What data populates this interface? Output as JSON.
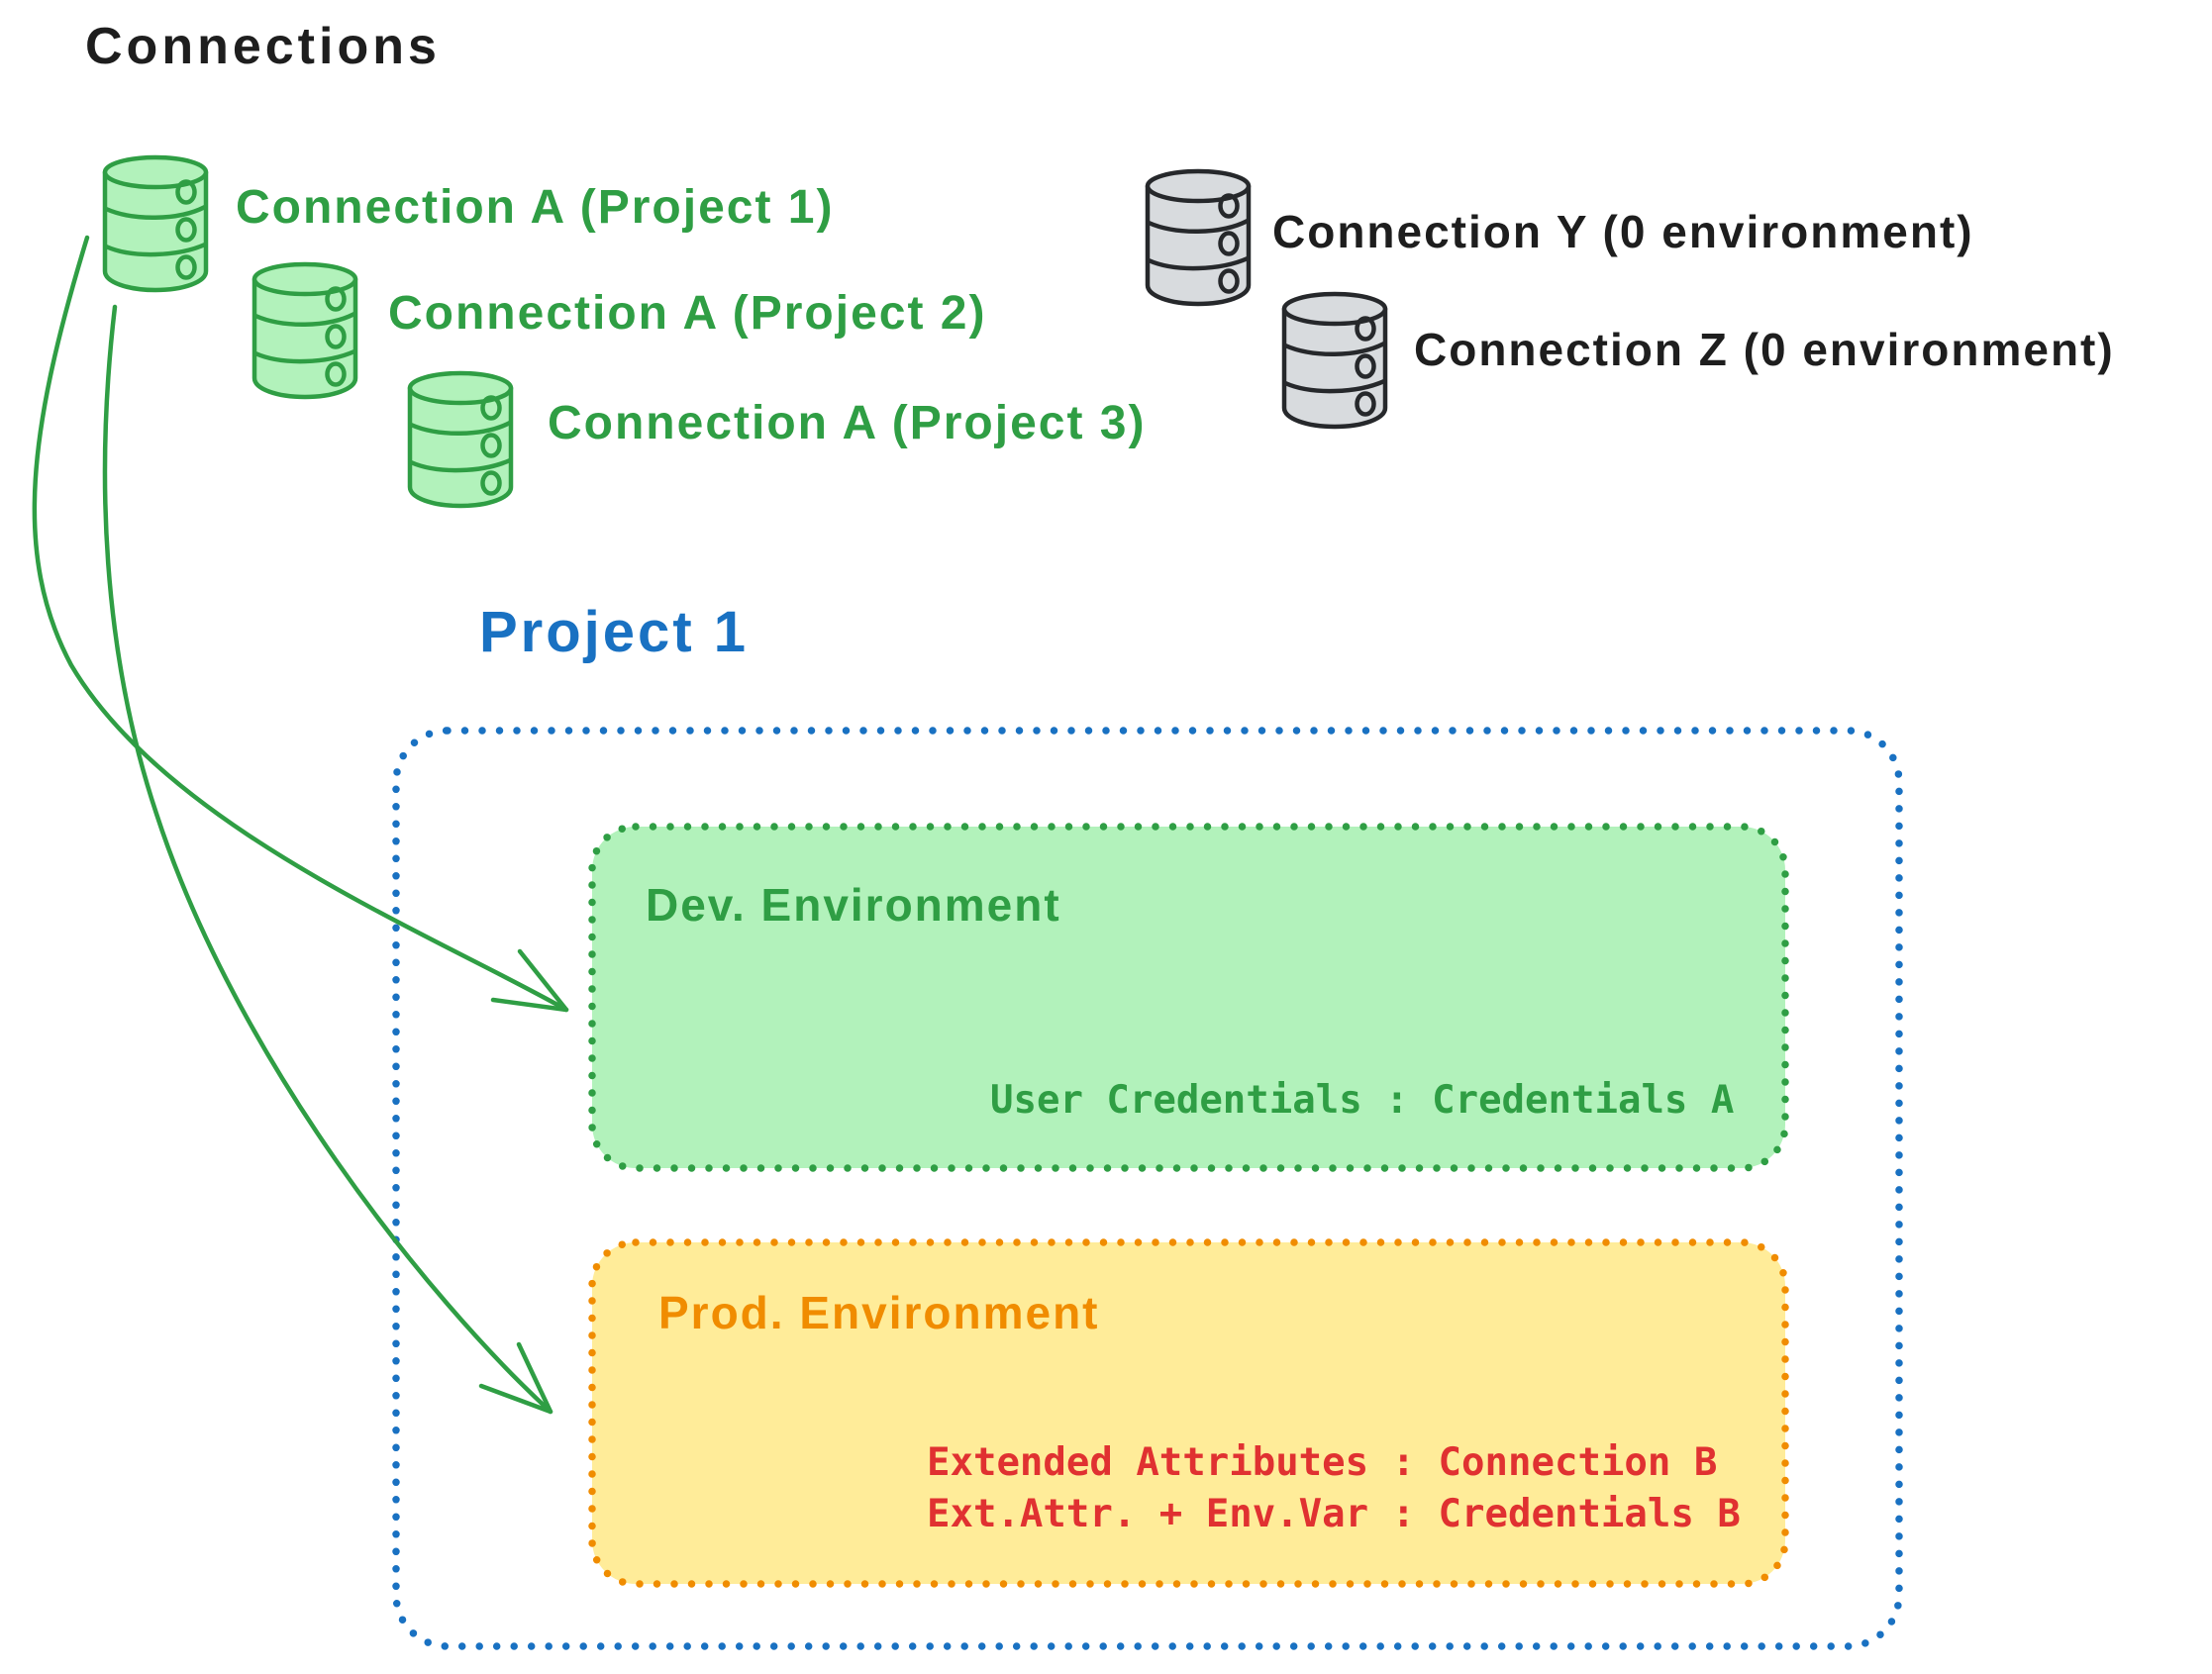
{
  "diagram": {
    "title": "Connections",
    "green_connections": [
      {
        "label": "Connection A (Project 1)"
      },
      {
        "label": "Connection A (Project 2)"
      },
      {
        "label": "Connection A (Project 3)"
      }
    ],
    "gray_connections": [
      {
        "label": "Connection Y (0 environment)"
      },
      {
        "label": "Connection Z (0 environment)"
      }
    ],
    "project": {
      "title": "Project 1",
      "dev": {
        "title": "Dev. Environment",
        "mapping": "User Credentials : Credentials A"
      },
      "prod": {
        "title": "Prod. Environment",
        "mapping_1": "Extended Attributes : Connection B",
        "mapping_2": "Ext.Attr. + Env.Var : Credentials B"
      }
    },
    "colors": {
      "green_stroke": "#2f9e44",
      "green_fill": "#b2f2bb",
      "blue": "#1971c2",
      "orange": "#f08c00",
      "yellow_fill": "#ffec99",
      "red": "#e03131",
      "black": "#1e1e1e",
      "gray_fill": "#d8dbde",
      "gray_stroke": "#26282b"
    }
  }
}
